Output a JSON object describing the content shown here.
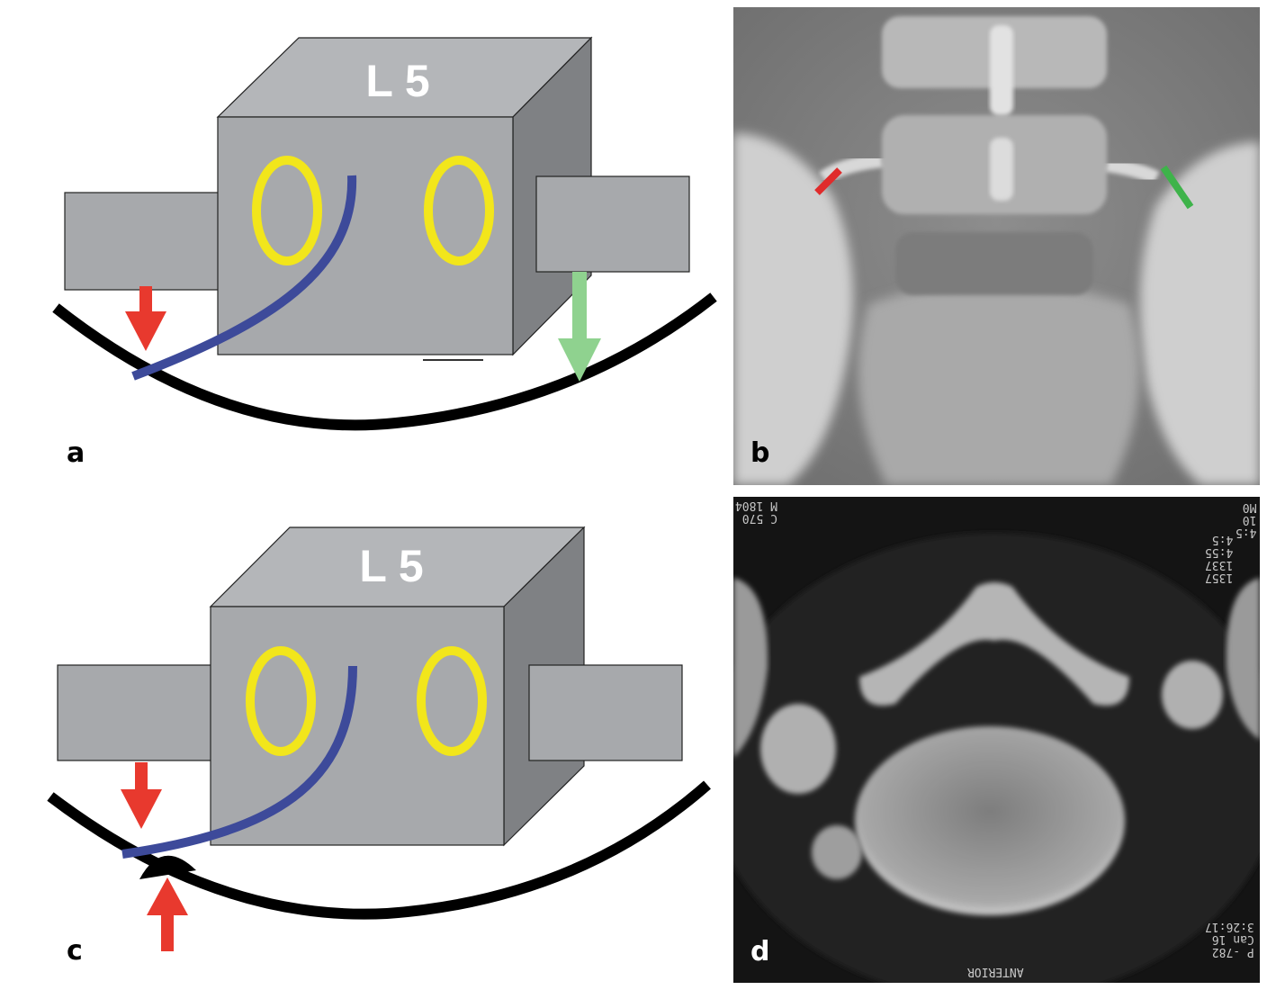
{
  "panel_a": {
    "letter": "a",
    "vertebra_label": "L 5"
  },
  "panel_b": {
    "letter": "b"
  },
  "panel_c": {
    "letter": "c",
    "vertebra_label": "L 5"
  },
  "panel_d": {
    "letter": "d",
    "ct_top_left": "C 570\nM 1804",
    "ct_top_right": "4:5\n10\nM0",
    "ct_right_side": "1357\n1337\n4:55\n4:5",
    "ct_bottom_right": "P -782\nCan 16\n3:26:17",
    "ct_bottom": "ANTERIOR"
  },
  "colors": {
    "vertebra_gray": "#a7a9ac",
    "foramen_yellow": "#f2e61b",
    "nerve_blue": "#3d4a9a",
    "arrow_red": "#e8392e",
    "arrow_green": "#8fd28f",
    "marker_red": "#e02b2b",
    "marker_green": "#3eb34a"
  }
}
